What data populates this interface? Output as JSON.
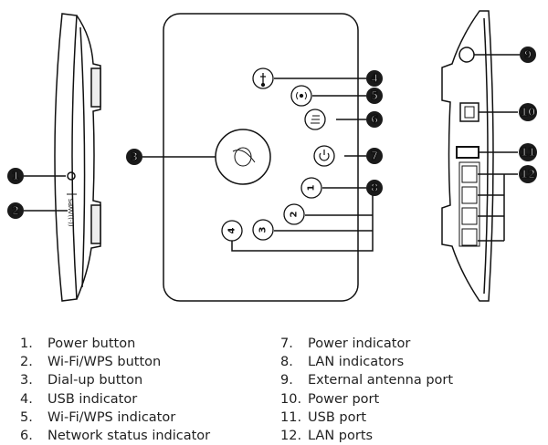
{
  "callouts": [
    "1",
    "2",
    "3",
    "4",
    "5",
    "6",
    "7",
    "8",
    "9",
    "10",
    "11",
    "12"
  ],
  "lan_indicator_labels": [
    "1",
    "2",
    "3",
    "4"
  ],
  "side_labels": {
    "wifi_wps": "((·))/WPS"
  },
  "legend_left": [
    {
      "num": "1.",
      "label": "Power button"
    },
    {
      "num": "2.",
      "label": "Wi-Fi/WPS button"
    },
    {
      "num": "3.",
      "label": "Dial-up button"
    },
    {
      "num": "4.",
      "label": "USB indicator"
    },
    {
      "num": "5.",
      "label": "Wi-Fi/WPS indicator"
    },
    {
      "num": "6.",
      "label": "Network status indicator"
    }
  ],
  "legend_right": [
    {
      "num": "7.",
      "label": "Power indicator"
    },
    {
      "num": "8.",
      "label": "LAN indicators"
    },
    {
      "num": "9.",
      "label": "External antenna port"
    },
    {
      "num": "10.",
      "label": "Power port"
    },
    {
      "num": "11.",
      "label": "USB port"
    },
    {
      "num": "12.",
      "label": "LAN ports"
    }
  ]
}
